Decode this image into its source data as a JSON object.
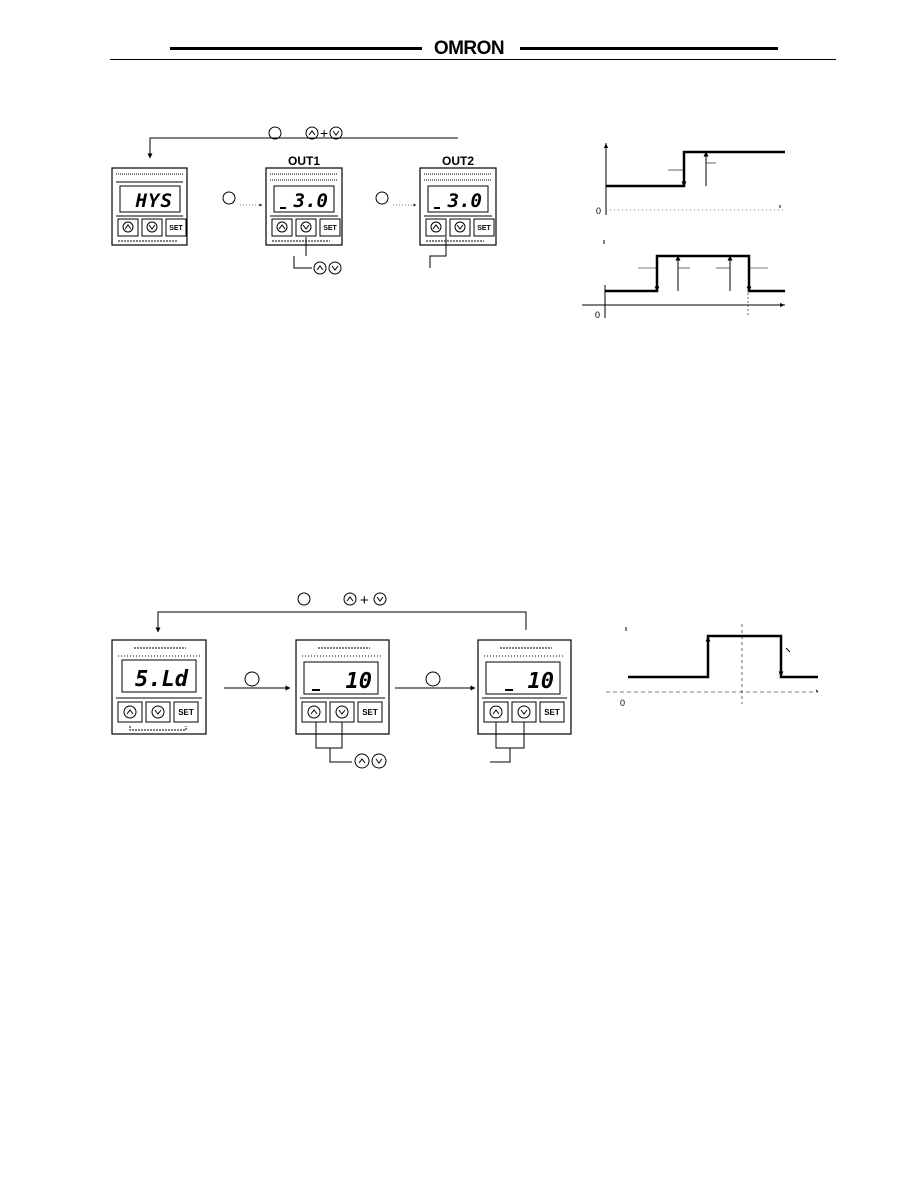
{
  "header": {
    "logo": "OMRON"
  },
  "section1": {
    "return_combo": {
      "plus": "+"
    },
    "panels": [
      {
        "caption": "",
        "display": "HYS",
        "buttons": [
          "",
          "",
          "SET"
        ]
      },
      {
        "caption": "OUT1",
        "display": "3.0",
        "buttons": [
          "",
          "",
          "SET"
        ]
      },
      {
        "caption": "OUT2",
        "display": "3.0",
        "buttons": [
          "",
          "",
          "SET"
        ]
      }
    ],
    "graph_zero_labels": [
      "0",
      "0"
    ]
  },
  "section2": {
    "return_combo": {
      "plus": "+"
    },
    "panels": [
      {
        "caption": "",
        "display": "5.Ld",
        "buttons": [
          "",
          "",
          "SET"
        ]
      },
      {
        "caption": "",
        "display": "10",
        "buttons": [
          "",
          "",
          "SET"
        ]
      },
      {
        "caption": "",
        "display": "10",
        "buttons": [
          "",
          "",
          "SET"
        ]
      }
    ],
    "graph_zero_label": "0"
  }
}
